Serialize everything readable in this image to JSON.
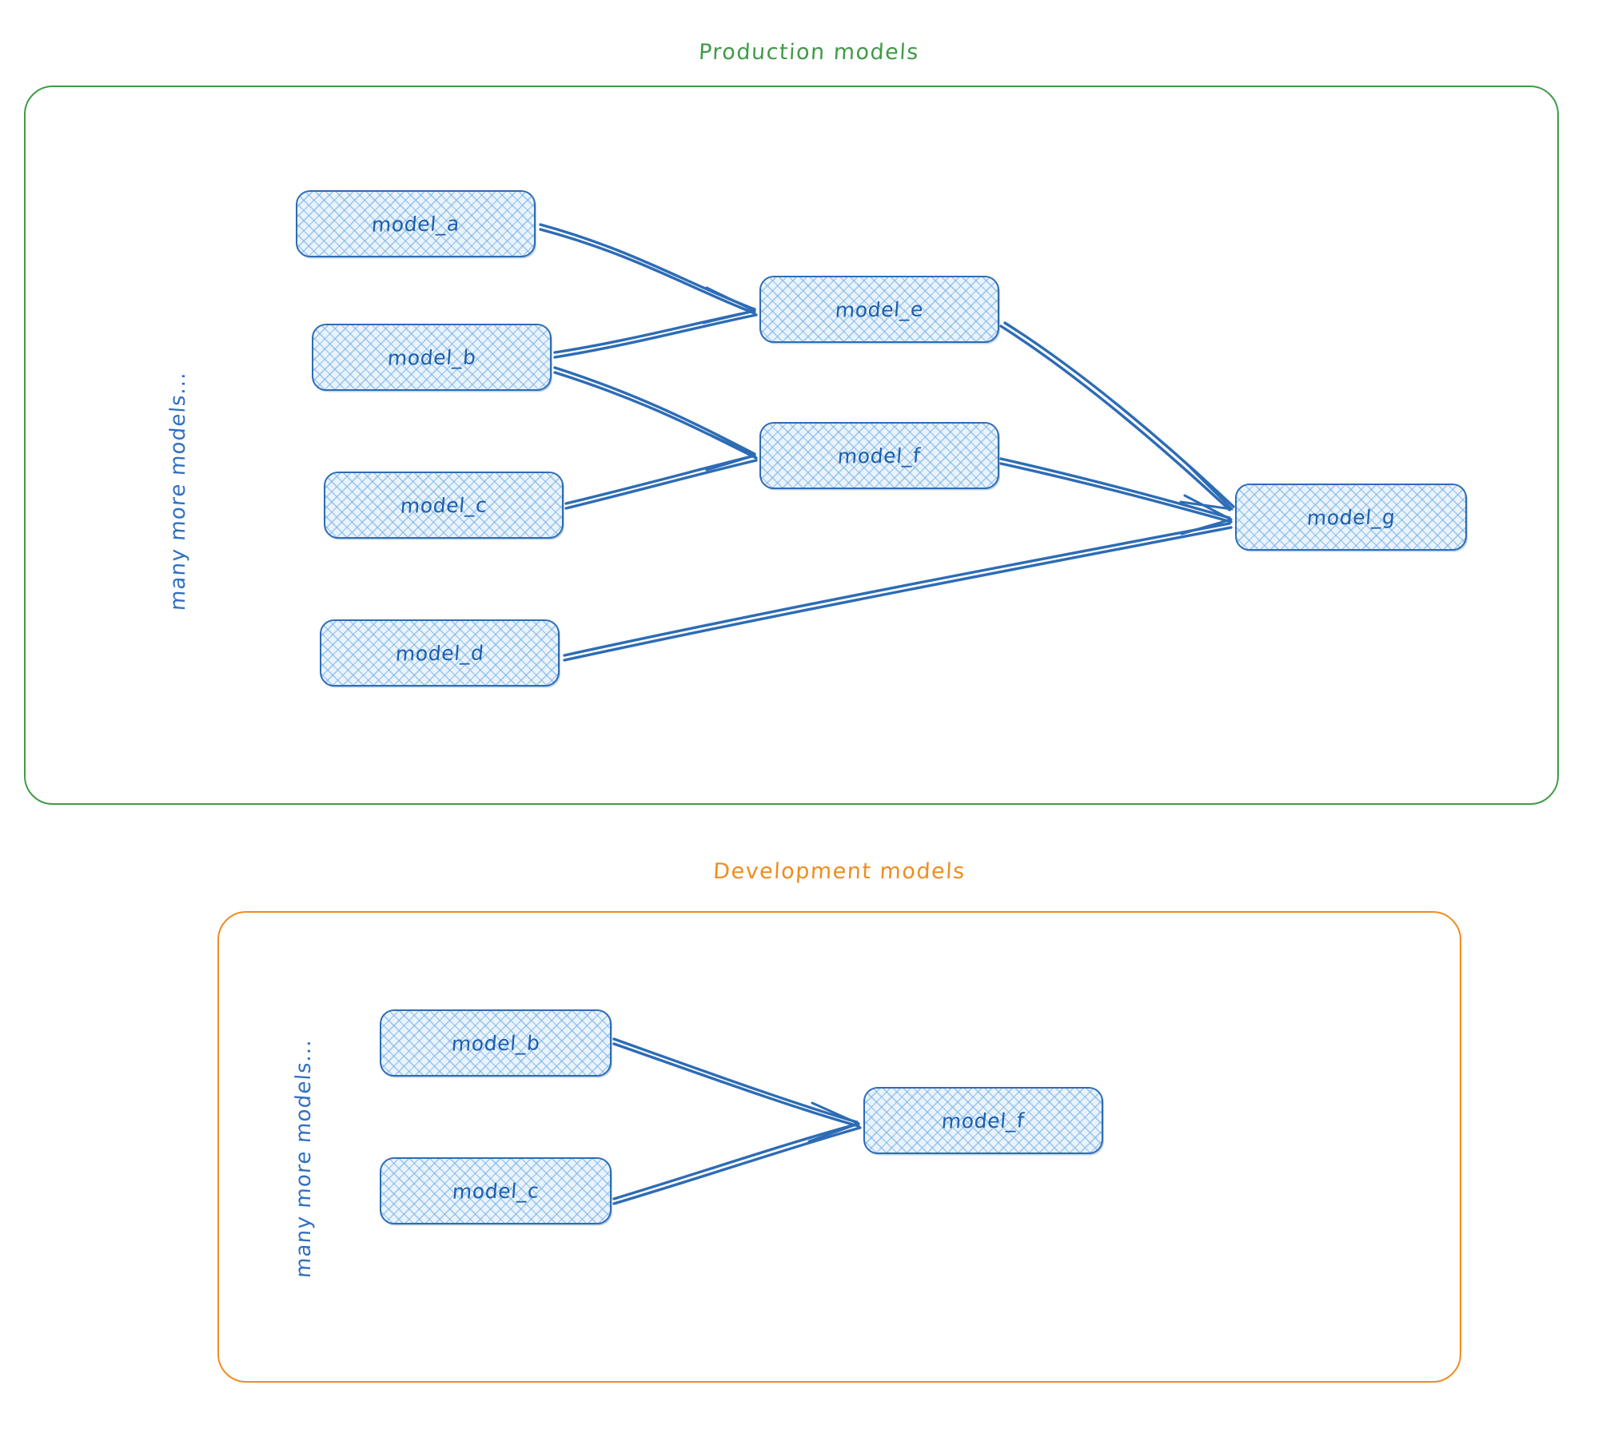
{
  "diagram": {
    "title_style": "hand-drawn sketch",
    "colors": {
      "production_accent": "#3f9b47",
      "development_accent": "#ef8d20",
      "node_stroke": "#2d6cb5",
      "node_fill": "#eaf3fc",
      "edge": "#2d6cb5",
      "label_text": "#2f6fc0"
    },
    "groups": [
      {
        "id": "production",
        "title": "Production models",
        "side_label": "many more models...",
        "nodes": [
          {
            "id": "prod_a",
            "label": "model_a"
          },
          {
            "id": "prod_b",
            "label": "model_b"
          },
          {
            "id": "prod_c",
            "label": "model_c"
          },
          {
            "id": "prod_d",
            "label": "model_d"
          },
          {
            "id": "prod_e",
            "label": "model_e"
          },
          {
            "id": "prod_f",
            "label": "model_f"
          },
          {
            "id": "prod_g",
            "label": "model_g"
          }
        ],
        "edges": [
          {
            "from": "model_a",
            "to": "model_e"
          },
          {
            "from": "model_b",
            "to": "model_e"
          },
          {
            "from": "model_b",
            "to": "model_f"
          },
          {
            "from": "model_c",
            "to": "model_f"
          },
          {
            "from": "model_e",
            "to": "model_g"
          },
          {
            "from": "model_f",
            "to": "model_g"
          },
          {
            "from": "model_d",
            "to": "model_g"
          }
        ]
      },
      {
        "id": "development",
        "title": "Development models",
        "side_label": "many more models...",
        "nodes": [
          {
            "id": "dev_b",
            "label": "model_b"
          },
          {
            "id": "dev_c",
            "label": "model_c"
          },
          {
            "id": "dev_f",
            "label": "model_f"
          }
        ],
        "edges": [
          {
            "from": "model_b",
            "to": "model_f"
          },
          {
            "from": "model_c",
            "to": "model_f"
          }
        ]
      }
    ]
  }
}
